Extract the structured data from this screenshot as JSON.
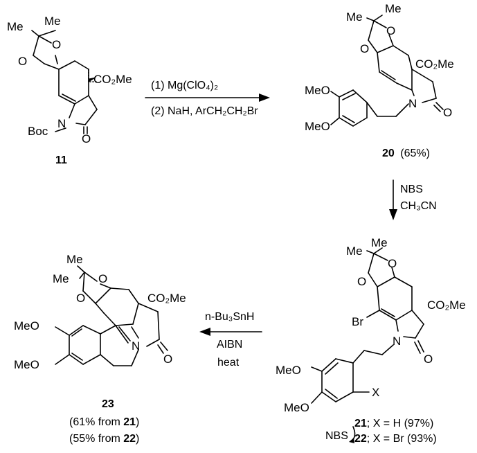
{
  "compounds": {
    "c11": {
      "number": "11",
      "atoms": {
        "me1": "Me",
        "me2": "Me",
        "o1": "O",
        "o2": "O",
        "ester": "CO₂Me",
        "n": "N",
        "o_carbonyl": "O",
        "boc": "Boc"
      }
    },
    "c20": {
      "number": "20",
      "yield": "(65%)",
      "atoms": {
        "me1": "Me",
        "me2": "Me",
        "o1": "O",
        "o2": "O",
        "ester": "CO₂Me",
        "n": "N",
        "o_carbonyl": "O",
        "meo1": "MeO",
        "meo2": "MeO"
      }
    },
    "c21_22": {
      "atoms": {
        "me1": "Me",
        "me2": "Me",
        "o1": "O",
        "o2": "O",
        "ester": "CO₂Me",
        "br": "Br",
        "n": "N",
        "o_carbonyl": "O",
        "meo1": "MeO",
        "meo2": "MeO",
        "x": "X"
      },
      "line1": {
        "number": "21",
        "text": "; X = H (97%)"
      },
      "line2": {
        "number": "22",
        "text": "; X = Br (93%)"
      },
      "nbs_label": "NBS"
    },
    "c23": {
      "number": "23",
      "yield1": {
        "prefix": "(61% from ",
        "ref": "21",
        "suffix": ")"
      },
      "yield2": {
        "prefix": "(55% from ",
        "ref": "22",
        "suffix": ")"
      },
      "atoms": {
        "me1": "Me",
        "me2": "Me",
        "o1": "O",
        "o2": "O",
        "ester": "CO₂Me",
        "n": "N",
        "o_carbonyl": "O",
        "meo1": "MeO",
        "meo2": "MeO"
      }
    }
  },
  "arrows": {
    "step1": {
      "line1": "(1) Mg(ClO₄)₂",
      "line2": "(2) NaH, ArCH₂CH₂Br"
    },
    "step2": {
      "line1": "NBS",
      "line2": "CH₃CN"
    },
    "step3": {
      "line1": "n-Bu₃SnH",
      "line2": "AIBN",
      "line3": "heat"
    }
  }
}
